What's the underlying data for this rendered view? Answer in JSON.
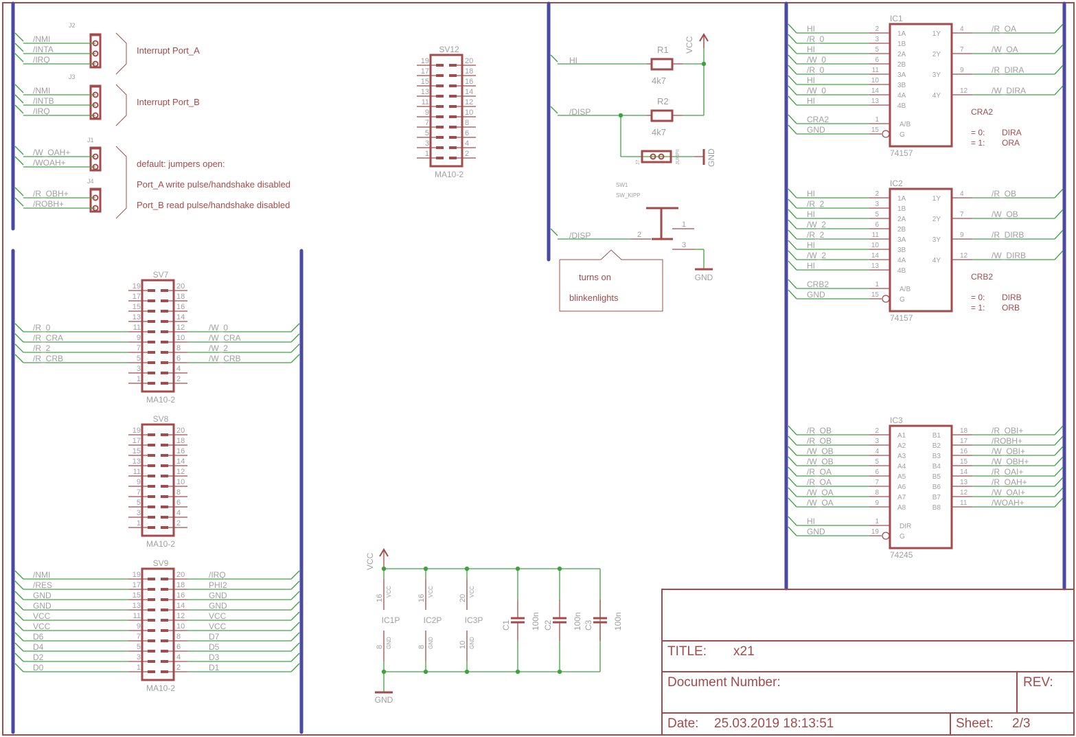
{
  "colors": {
    "wire": "#3da33d",
    "part": "#a54a4a",
    "bus": "#4a4aa5",
    "label": "#a0a0a0"
  },
  "jumpers": [
    {
      "name": "J2",
      "signals": [
        "/NMI",
        "/INTA",
        "/IRQ"
      ],
      "note": [
        "Interrupt Port_A"
      ]
    },
    {
      "name": "J3",
      "signals": [
        "/NMI",
        "/INTB",
        "/IRQ"
      ],
      "note": [
        "Interrupt Port_B"
      ]
    },
    {
      "name": "J1",
      "signals": [
        "/W_OAH+",
        "/WOAH+"
      ]
    },
    {
      "name": "J4",
      "signals": [
        "/R_OBH+",
        "/ROBH+"
      ]
    }
  ],
  "jumper_note": [
    "default: jumpers open:",
    "Port_A write pulse/handshake disabled",
    "Port_B read pulse/handshake disabled"
  ],
  "headers": [
    {
      "name": "SV12",
      "type": "MA10-2",
      "left": {},
      "right": {}
    },
    {
      "name": "SV7",
      "type": "MA10-2",
      "left": {
        "11": "/R_0",
        "9": "/R_CRA",
        "7": "/R_2",
        "5": "/R_CRB"
      },
      "right": {
        "12": "/W_0",
        "10": "/W_CRA",
        "8": "/W_2",
        "6": "/W_CRB"
      }
    },
    {
      "name": "SV8",
      "type": "MA10-2",
      "left": {},
      "right": {}
    },
    {
      "name": "SV9",
      "type": "MA10-2",
      "left": {
        "19": "/NMI",
        "17": "/RES",
        "15": "GND",
        "13": "GND",
        "11": "VCC",
        "9": "VCC",
        "7": "D6",
        "5": "D4",
        "3": "D2",
        "1": "D0"
      },
      "right": {
        "20": "/IRQ",
        "18": "PHI2",
        "16": "GND",
        "14": "GND",
        "12": "VCC",
        "10": "VCC",
        "8": "D7",
        "6": "D5",
        "4": "D3",
        "2": "D1"
      }
    }
  ],
  "resistors": [
    {
      "name": "R1",
      "value": "4k7",
      "net": "HI"
    },
    {
      "name": "R2",
      "value": "4k7",
      "net": "/DISP"
    }
  ],
  "power": {
    "vcc": "VCC",
    "gnd": "GND"
  },
  "jp": {
    "name": "J7",
    "type": "JUMPII"
  },
  "switch": {
    "name": "SW1",
    "type": "SW_KIPP",
    "net": "/DISP",
    "pins": [
      "1",
      "2",
      "3"
    ]
  },
  "callout": [
    "turns on",
    "blinkenlights"
  ],
  "ics": [
    {
      "name": "IC1",
      "type": "74157",
      "inputs": [
        [
          "HI",
          "2",
          "1A"
        ],
        [
          "/R_0",
          "3",
          "1B"
        ],
        [
          "HI",
          "5",
          "2A"
        ],
        [
          "/W_0",
          "6",
          "2B"
        ],
        [
          "/R_0",
          "11",
          "3A"
        ],
        [
          "HI",
          "10",
          "3B"
        ],
        [
          "/W_0",
          "14",
          "4A"
        ],
        [
          "HI",
          "13",
          "4B"
        ]
      ],
      "ctrl": [
        [
          "CRA2",
          "1",
          "A/B"
        ],
        [
          "GND",
          "15",
          "G"
        ]
      ],
      "outputs": [
        [
          "/R_OA",
          "4",
          "1Y"
        ],
        [
          "/W_OA",
          "7",
          "2Y"
        ],
        [
          "/R_DIRA",
          "9",
          "3Y"
        ],
        [
          "/W_DIRA",
          "12",
          "4Y"
        ]
      ],
      "note": [
        "CRA2",
        "= 0:",
        "DIRA",
        "= 1:",
        "ORA"
      ]
    },
    {
      "name": "IC2",
      "type": "74157",
      "inputs": [
        [
          "HI",
          "2",
          "1A"
        ],
        [
          "/R_2",
          "3",
          "1B"
        ],
        [
          "HI",
          "5",
          "2A"
        ],
        [
          "/W_2",
          "6",
          "2B"
        ],
        [
          "/R_2",
          "11",
          "3A"
        ],
        [
          "HI",
          "10",
          "3B"
        ],
        [
          "/W_2",
          "14",
          "4A"
        ],
        [
          "HI",
          "13",
          "4B"
        ]
      ],
      "ctrl": [
        [
          "CRB2",
          "1",
          "A/B"
        ],
        [
          "GND",
          "15",
          "G"
        ]
      ],
      "outputs": [
        [
          "/R_OB",
          "4",
          "1Y"
        ],
        [
          "/W_OB",
          "7",
          "2Y"
        ],
        [
          "/R_DIRB",
          "9",
          "3Y"
        ],
        [
          "/W_DIRB",
          "12",
          "4Y"
        ]
      ],
      "note": [
        "CRB2",
        "= 0:",
        "DIRB",
        "= 1:",
        "ORB"
      ]
    },
    {
      "name": "IC3",
      "type": "74245",
      "inputs": [
        [
          "/R_OB",
          "2",
          "A1"
        ],
        [
          "/R_OB",
          "3",
          "A2"
        ],
        [
          "/W_OB",
          "4",
          "A3"
        ],
        [
          "/W_OB",
          "5",
          "A4"
        ],
        [
          "/R_OA",
          "6",
          "A5"
        ],
        [
          "/R_OA",
          "7",
          "A6"
        ],
        [
          "/W_OA",
          "8",
          "A7"
        ],
        [
          "/W_OA",
          "9",
          "A8"
        ]
      ],
      "ctrl": [
        [
          "HI",
          "1",
          "DIR"
        ],
        [
          "GND",
          "19",
          "G"
        ]
      ],
      "outputs": [
        [
          "/R_OBI+",
          "18",
          "B1"
        ],
        [
          "/ROBH+",
          "17",
          "B2"
        ],
        [
          "/W_OBI+",
          "16",
          "B3"
        ],
        [
          "/W_OBH+",
          "15",
          "B4"
        ],
        [
          "/R_OAI+",
          "14",
          "B5"
        ],
        [
          "/R_OAH+",
          "13",
          "B6"
        ],
        [
          "/W_OAI+",
          "12",
          "B7"
        ],
        [
          "/WOAH+",
          "11",
          "B8"
        ]
      ]
    }
  ],
  "supply": [
    {
      "name": "IC1P",
      "vcc_pin": "16",
      "gnd_pin": "8"
    },
    {
      "name": "IC2P",
      "vcc_pin": "16",
      "gnd_pin": "8"
    },
    {
      "name": "IC3P",
      "vcc_pin": "20",
      "gnd_pin": "10"
    }
  ],
  "caps": [
    {
      "name": "C1",
      "value": "100n"
    },
    {
      "name": "C2",
      "value": "100n"
    },
    {
      "name": "C3",
      "value": "100n"
    }
  ],
  "titleblock": {
    "title_label": "TITLE:",
    "title": "x21",
    "docnum_label": "Document Number:",
    "rev_label": "REV:",
    "date_label": "Date:",
    "date": "25.03.2019 18:13:51",
    "sheet_label": "Sheet:",
    "sheet": "2/3"
  }
}
